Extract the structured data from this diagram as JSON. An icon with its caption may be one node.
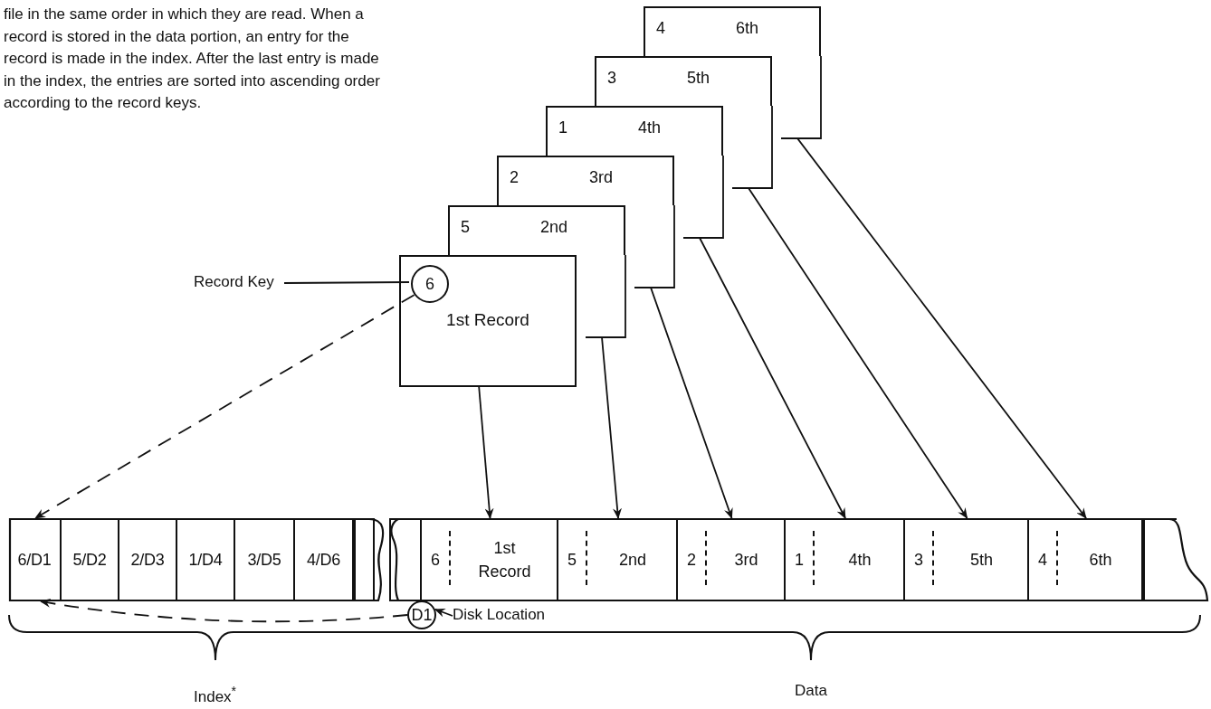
{
  "diagram": {
    "nodes": [
      {
        "text": [
          "4",
          "6th"
        ]
      },
      {
        "text": [
          "3",
          "5th"
        ]
      },
      {
        "text": [
          "1",
          "4th"
        ]
      },
      {
        "text": [
          "2",
          "3rd"
        ]
      },
      {
        "text": [
          "5",
          "2nd"
        ]
      },
      {
        "text": [
          "1st Record"
        ]
      },
      {
        "text": [
          "6"
        ],
        "in": 5
      },
      {
        "text": [
          "Record Key"
        ]
      },
      {
        "text": [],
        "shape": "bar"
      },
      {
        "text": [
          "6/D1"
        ],
        "in": 8
      },
      {
        "text": [
          "5/D2"
        ],
        "in": 8
      },
      {
        "text": [
          "2/D3"
        ],
        "in": 8
      },
      {
        "text": [
          "1/D4"
        ],
        "in": 8
      },
      {
        "text": [
          "3/D5"
        ],
        "in": 8
      },
      {
        "text": [
          "4/D6"
        ],
        "in": 8
      },
      {
        "text": [],
        "shape": "box",
        "in": 8
      },
      {
        "text": [],
        "shape": "bar"
      },
      {
        "text": [],
        "shape": "box",
        "in": 16
      },
      {
        "text": [
          "6",
          "1st Record"
        ],
        "in": 16
      },
      {
        "text": [
          "5",
          "2nd"
        ],
        "in": 16
      },
      {
        "text": [
          "2",
          "3rd"
        ],
        "in": 16
      },
      {
        "text": [
          "1",
          "4th"
        ],
        "in": 16
      },
      {
        "text": [
          "3",
          "5th"
        ],
        "in": 16
      },
      {
        "text": [
          "4",
          "6th"
        ],
        "in": 16
      },
      {
        "text": [],
        "shape": "box",
        "in": 16
      },
      {
        "text": [
          "D1"
        ]
      },
      {
        "text": [
          "Disk Location"
        ]
      }
    ],
    "edges": [
      {
        "from": 5,
        "to": 18,
        "arrow": "to"
      },
      {
        "from": 4,
        "to": 19,
        "arrow": "to"
      },
      {
        "from": 3,
        "to": 20,
        "arrow": "to"
      },
      {
        "from": 2,
        "to": 21,
        "arrow": "to"
      },
      {
        "from": 1,
        "to": 22,
        "arrow": "to"
      },
      {
        "from": 0,
        "to": 23,
        "arrow": "to"
      },
      {
        "from": 7,
        "to": 6,
        "arrow": "none"
      },
      {
        "from": 6,
        "to": 9,
        "arrow": "to",
        "style": "dashed"
      },
      {
        "from": 25,
        "to": 9,
        "arrow": "to",
        "style": "dashed"
      },
      {
        "from": 26,
        "to": 25,
        "arrow": "to"
      }
    ],
    "labels": [
      "file in the same order in which they are read. When a record is stored in the data portion, an entry for the record is made in the index. After the last entry is made in the index, the entries are sorted into ascending order according to the record keys.",
      "Index$^{*}$",
      "Data"
    ]
  }
}
